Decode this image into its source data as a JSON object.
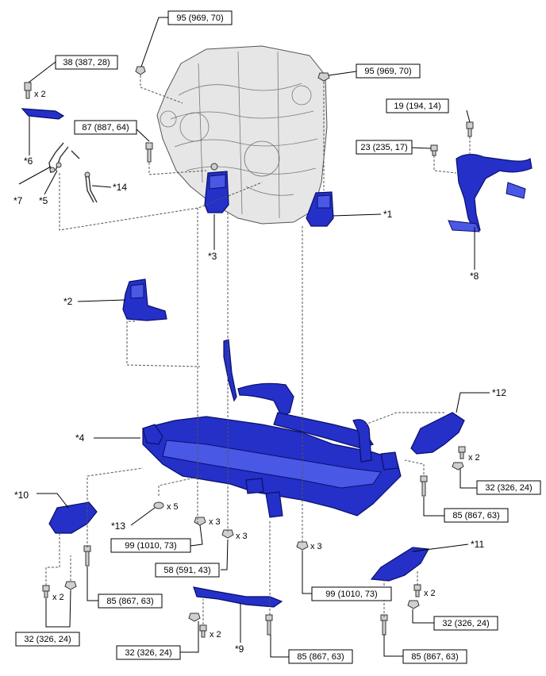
{
  "torques": {
    "t95_top": "95 (969, 70)",
    "t38": "38 (387, 28)",
    "t87": "87 (887, 64)",
    "t95_right": "95 (969, 70)",
    "t19": "19 (194, 14)",
    "t23": "23 (235, 17)",
    "t32_right_upper": "32 (326, 24)",
    "t85_right_upper": "85 (867, 63)",
    "t99_center": "99 (1010, 73)",
    "t58": "58 (591, 43)",
    "t99_right": "99 (1010, 73)",
    "t85_left": "85 (867, 63)",
    "t32_left": "32 (326, 24)",
    "t32_bottom": "32 (326, 24)",
    "t85_bottom": "85 (867, 63)",
    "t32_right_lower": "32 (326, 24)",
    "t85_right_lower": "85 (867, 63)"
  },
  "quantities": {
    "q_x2_38": "x 2",
    "q_x2_12": "x 2",
    "q_x5": "x 5",
    "q_x3_99c": "x 3",
    "q_x3_58": "x 3",
    "q_x3_99r": "x 3",
    "q_x2_10": "x 2",
    "q_x2_9": "x 2",
    "q_x2_11": "x 2"
  },
  "references": {
    "r1": "*1",
    "r2": "*2",
    "r3": "*3",
    "r4": "*4",
    "r5": "*5",
    "r6": "*6",
    "r7": "*7",
    "r8": "*8",
    "r9": "*9",
    "r10": "*10",
    "r11": "*11",
    "r12": "*12",
    "r13": "*13",
    "r14": "*14"
  },
  "colors": {
    "part_blue": "#2430c8",
    "engine_gray": "#e6e6e6",
    "line_black": "#000000"
  }
}
